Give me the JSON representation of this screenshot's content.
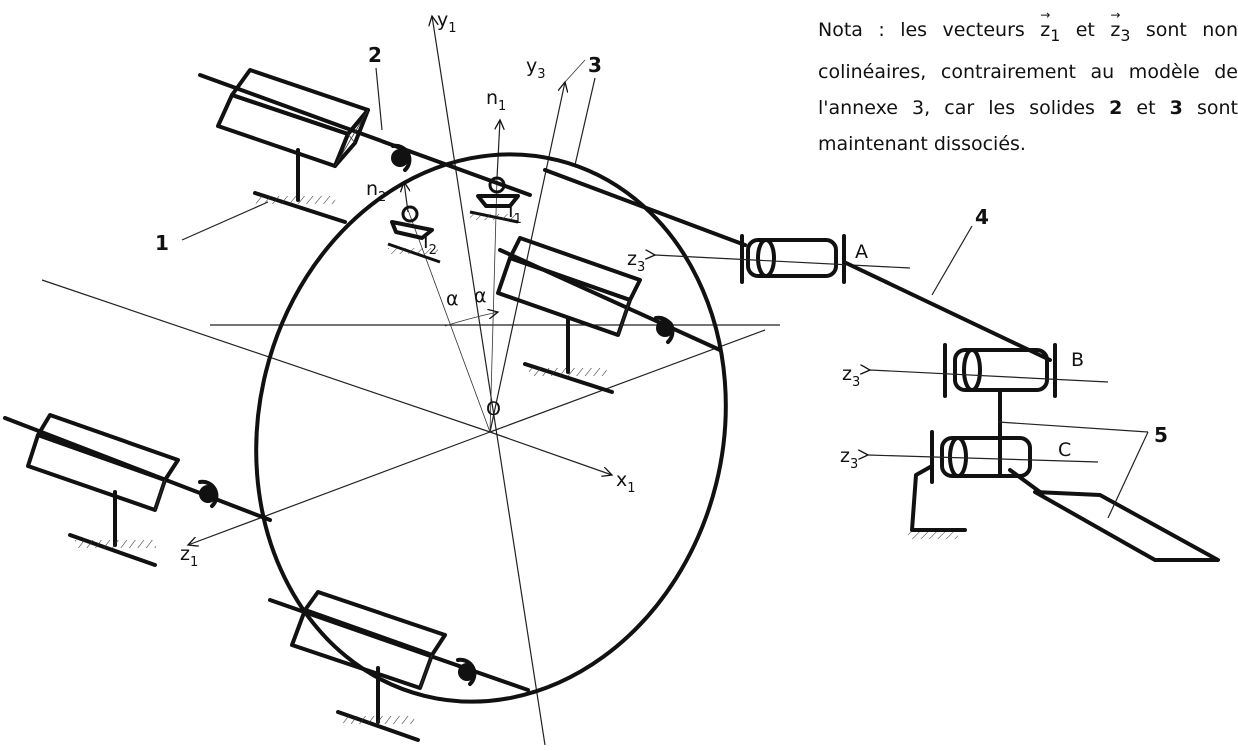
{
  "note": {
    "prefix": "Nota : les vecteurs ",
    "vec1": "z",
    "vec1_sub": "1",
    "and": " et ",
    "vec2": "z",
    "vec2_sub": "3",
    "suffix": " sont non colinéaires, contrairement au modèle de l'annexe 3, car les solides ",
    "s2": "2",
    "and2": " et ",
    "s3": "3",
    "end": " sont maintenant dissociés."
  },
  "labels": {
    "y1": "y",
    "y1_sub": "1",
    "y3": "y",
    "y3_sub": "3",
    "n1": "n",
    "n1_sub": "1",
    "n2": "n",
    "n2_sub": "2",
    "I1": "I",
    "I1_sub": "1",
    "I2": "I",
    "I2_sub": "2",
    "alpha": "α",
    "origin": "O",
    "x1": "x",
    "x1_sub": "1",
    "z1": "z",
    "z1_sub": "1",
    "z3": "z",
    "z3_sub": "3",
    "A": "A",
    "B": "B",
    "C": "C"
  },
  "solids": {
    "s1": "1",
    "s2": "2",
    "s3": "3",
    "s4": "4",
    "s5": "5"
  }
}
